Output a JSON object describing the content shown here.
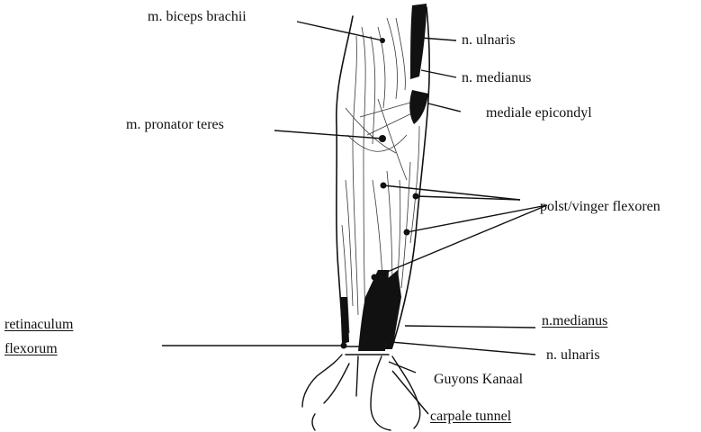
{
  "labels": {
    "biceps": "m. biceps brachii",
    "ulnaris_top": "n. ulnaris",
    "medianus_top": "n. medianus",
    "epicondyl": "mediale epicondyl",
    "pronator": "m. pronator teres",
    "flexoren": "polst/vinger flexoren",
    "retinaculum_1": "retinaculum",
    "retinaculum_2": "flexorum",
    "medianus_bottom": "n.medianus",
    "ulnaris_bottom": "n. ulnaris",
    "guyon": "Guyons  Kanaal",
    "carpal": "carpale tunnel"
  },
  "colors": {
    "ink": "#111111",
    "paper": "#ffffff"
  }
}
